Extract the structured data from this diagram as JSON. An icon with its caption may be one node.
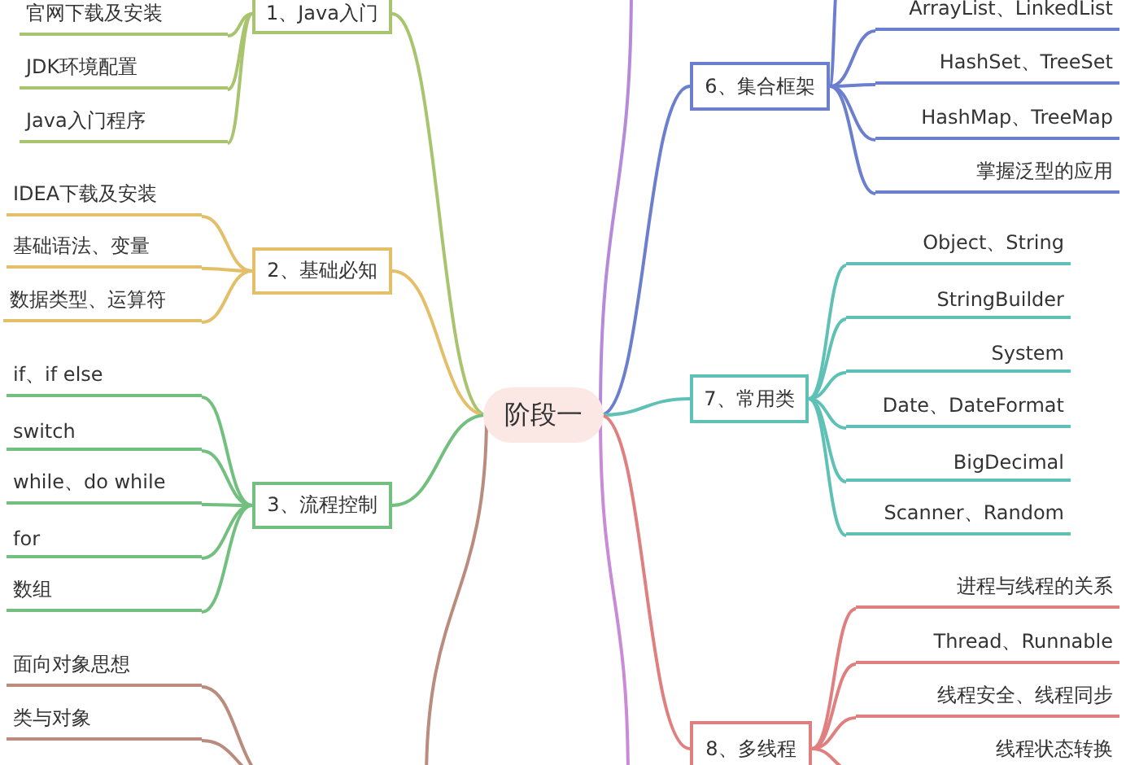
{
  "diagram": {
    "nodes": [
      {
        "text": [
          "阶段一"
        ]
      },
      {
        "text": [
          "1、Java入门"
        ]
      },
      {
        "text": [
          "官网下载及安装"
        ]
      },
      {
        "text": [
          "JDK环境配置"
        ]
      },
      {
        "text": [
          "Java入门程序"
        ]
      },
      {
        "text": [
          "2、基础必知"
        ]
      },
      {
        "text": [
          "IDEA下载及安装"
        ]
      },
      {
        "text": [
          "基础语法、变量"
        ]
      },
      {
        "text": [
          "数据类型、运算符"
        ]
      },
      {
        "text": [
          "3、流程控制"
        ]
      },
      {
        "text": [
          "if、if else"
        ]
      },
      {
        "text": [
          "switch"
        ]
      },
      {
        "text": [
          "while、do while"
        ]
      },
      {
        "text": [
          "for"
        ]
      },
      {
        "text": [
          "数组"
        ]
      },
      {
        "text": [
          "面向对象思想"
        ]
      },
      {
        "text": [
          "类与对象"
        ]
      },
      {
        "text": [
          "6、集合框架"
        ]
      },
      {
        "text": [
          "ArrayList、LinkedList"
        ]
      },
      {
        "text": [
          "HashSet、TreeSet"
        ]
      },
      {
        "text": [
          "HashMap、TreeMap"
        ]
      },
      {
        "text": [
          "掌握泛型的应用"
        ]
      },
      {
        "text": [
          "7、常用类"
        ]
      },
      {
        "text": [
          "Object、String"
        ]
      },
      {
        "text": [
          "StringBuilder"
        ]
      },
      {
        "text": [
          "System"
        ]
      },
      {
        "text": [
          "Date、DateFormat"
        ]
      },
      {
        "text": [
          "BigDecimal"
        ]
      },
      {
        "text": [
          "Scanner、Random"
        ]
      },
      {
        "text": [
          "8、多线程"
        ]
      },
      {
        "text": [
          "进程与线程的关系"
        ]
      },
      {
        "text": [
          "Thread、Runnable"
        ]
      },
      {
        "text": [
          "线程安全、线程同步"
        ]
      },
      {
        "text": [
          "线程状态转换"
        ]
      }
    ],
    "edges": [
      {
        "from": 0,
        "to": 1,
        "arrow": "none",
        "color": "#a9c46e"
      },
      {
        "from": 1,
        "to": 2,
        "arrow": "none",
        "color": "#a9c46e"
      },
      {
        "from": 1,
        "to": 3,
        "arrow": "none",
        "color": "#a9c46e"
      },
      {
        "from": 1,
        "to": 4,
        "arrow": "none",
        "color": "#a9c46e"
      },
      {
        "from": 0,
        "to": 5,
        "arrow": "none",
        "color": "#e3bf6a"
      },
      {
        "from": 5,
        "to": 6,
        "arrow": "none",
        "color": "#e3bf6a"
      },
      {
        "from": 5,
        "to": 7,
        "arrow": "none",
        "color": "#e3bf6a"
      },
      {
        "from": 5,
        "to": 8,
        "arrow": "none",
        "color": "#e3bf6a"
      },
      {
        "from": 0,
        "to": 9,
        "arrow": "none",
        "color": "#72bf80"
      },
      {
        "from": 9,
        "to": 10,
        "arrow": "none",
        "color": "#72bf80"
      },
      {
        "from": 9,
        "to": 11,
        "arrow": "none",
        "color": "#72bf80"
      },
      {
        "from": 9,
        "to": 12,
        "arrow": "none",
        "color": "#72bf80"
      },
      {
        "from": 9,
        "to": 13,
        "arrow": "none",
        "color": "#72bf80"
      },
      {
        "from": 9,
        "to": 14,
        "arrow": "none",
        "color": "#72bf80"
      },
      {
        "from": 0,
        "to": null,
        "arrow": "none",
        "color": "#b98c7e"
      },
      {
        "from": null,
        "to": 15,
        "arrow": "none",
        "color": "#b98c7e"
      },
      {
        "from": null,
        "to": 16,
        "arrow": "none",
        "color": "#b98c7e"
      },
      {
        "from": 0,
        "to": null,
        "arrow": "none",
        "color": "#b58ad8"
      },
      {
        "from": 0,
        "to": 17,
        "arrow": "none",
        "color": "#6c7fcf"
      },
      {
        "from": 17,
        "to": null,
        "arrow": "none",
        "color": "#6c7fcf"
      },
      {
        "from": 17,
        "to": 18,
        "arrow": "none",
        "color": "#6c7fcf"
      },
      {
        "from": 17,
        "to": 19,
        "arrow": "none",
        "color": "#6c7fcf"
      },
      {
        "from": 17,
        "to": 20,
        "arrow": "none",
        "color": "#6c7fcf"
      },
      {
        "from": 17,
        "to": 21,
        "arrow": "none",
        "color": "#6c7fcf"
      },
      {
        "from": 0,
        "to": 22,
        "arrow": "none",
        "color": "#5fc1b5"
      },
      {
        "from": 22,
        "to": 23,
        "arrow": "none",
        "color": "#5fc1b5"
      },
      {
        "from": 22,
        "to": 24,
        "arrow": "none",
        "color": "#5fc1b5"
      },
      {
        "from": 22,
        "to": 25,
        "arrow": "none",
        "color": "#5fc1b5"
      },
      {
        "from": 22,
        "to": 26,
        "arrow": "none",
        "color": "#5fc1b5"
      },
      {
        "from": 22,
        "to": 27,
        "arrow": "none",
        "color": "#5fc1b5"
      },
      {
        "from": 22,
        "to": 28,
        "arrow": "none",
        "color": "#5fc1b5"
      },
      {
        "from": 0,
        "to": 29,
        "arrow": "none",
        "color": "#e07f7f"
      },
      {
        "from": 29,
        "to": 30,
        "arrow": "none",
        "color": "#e07f7f"
      },
      {
        "from": 29,
        "to": 31,
        "arrow": "none",
        "color": "#e07f7f"
      },
      {
        "from": 29,
        "to": 32,
        "arrow": "none",
        "color": "#e07f7f"
      },
      {
        "from": 29,
        "to": 33,
        "arrow": "none",
        "color": "#e07f7f"
      },
      {
        "from": 0,
        "to": null,
        "arrow": "none",
        "color": "#c98ad8"
      }
    ]
  }
}
